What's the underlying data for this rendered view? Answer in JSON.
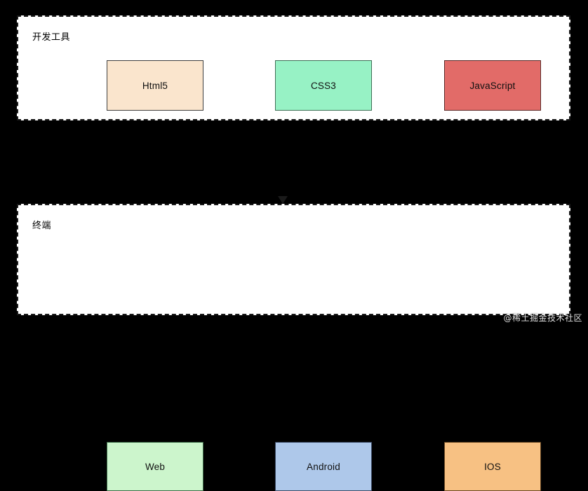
{
  "diagram": {
    "background_color": "#000000",
    "groups": [
      {
        "id": "dev-tools",
        "label": "开发工具",
        "border_style": "dashed",
        "border_color": "#1a1a1a",
        "fill": "#ffffff",
        "nodes": [
          {
            "id": "html5",
            "label": "Html5",
            "fill": "#fae5cd",
            "stroke": "#3f3f3f"
          },
          {
            "id": "css3",
            "label": "CSS3",
            "fill": "#97f2c5",
            "stroke": "#3f6f56"
          },
          {
            "id": "javascript",
            "label": "JavaScript",
            "fill": "#e26b68",
            "stroke": "#5a2a29"
          }
        ]
      },
      {
        "id": "terminal",
        "label": "终端",
        "border_style": "dashed",
        "border_color": "#1a1a1a",
        "fill": "#ffffff",
        "nodes": [
          {
            "id": "web",
            "label": "Web",
            "fill": "#ccf5cc",
            "stroke": "#3f6f4a"
          },
          {
            "id": "android",
            "label": "Android",
            "fill": "#aec8ea",
            "stroke": "#3f4f6a"
          },
          {
            "id": "ios",
            "label": "IOS",
            "fill": "#f7c183",
            "stroke": "#6a4a25"
          }
        ]
      }
    ],
    "connector": {
      "id": "dev-to-terminal",
      "direction": "down",
      "arrow_color": "#1a1a1a"
    }
  },
  "watermark": {
    "text": "@稀土掘金技术社区"
  }
}
